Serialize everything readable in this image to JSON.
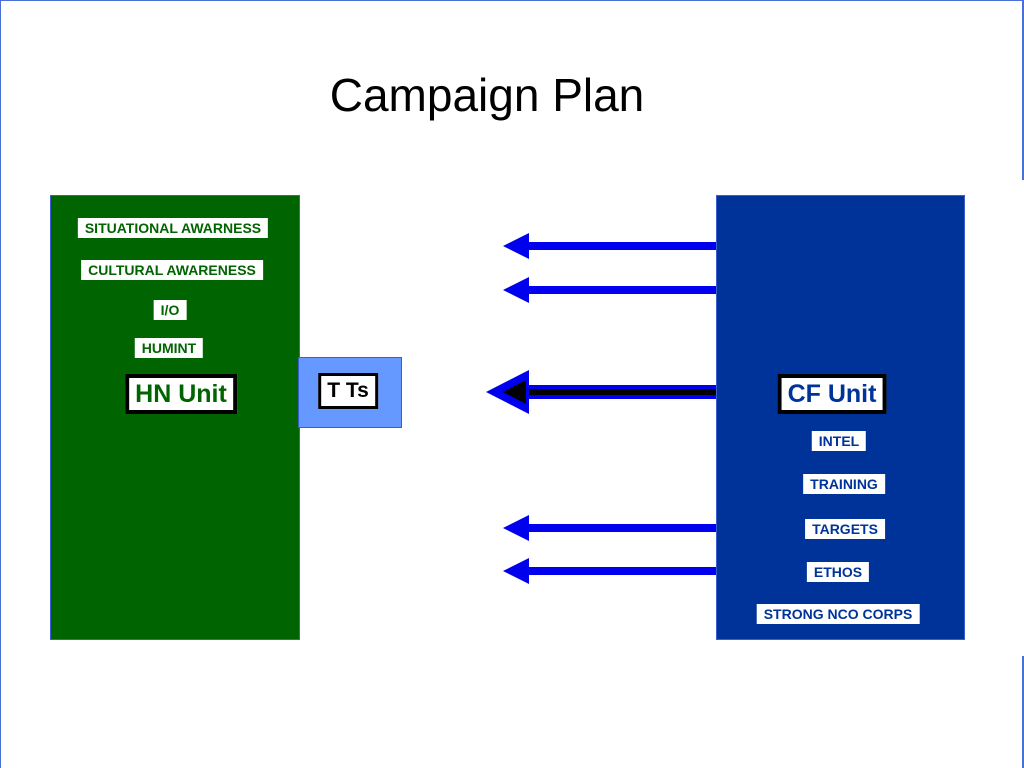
{
  "title": "Campaign Plan",
  "colors": {
    "hn_panel": "#006400",
    "cf_panel": "#003399",
    "tts_box": "#6699ff",
    "arrow": "#0000ee",
    "border": "#3a5ed0"
  },
  "hn": {
    "unit_label": "HN Unit",
    "items": [
      "SITUATIONAL AWARNESS",
      "CULTURAL AWARENESS",
      "I/O",
      "HUMINT"
    ]
  },
  "tts": {
    "label": "T Ts"
  },
  "cf": {
    "unit_label": "CF Unit",
    "items": [
      "INTEL",
      "TRAINING",
      "TARGETS",
      "ETHOS",
      "STRONG NCO CORPS"
    ]
  },
  "arrows": [
    {
      "direction": "left",
      "style": "blue"
    },
    {
      "direction": "left",
      "style": "blue"
    },
    {
      "direction": "left",
      "style": "blue-with-black-core"
    },
    {
      "direction": "left",
      "style": "blue"
    },
    {
      "direction": "left",
      "style": "blue"
    }
  ]
}
